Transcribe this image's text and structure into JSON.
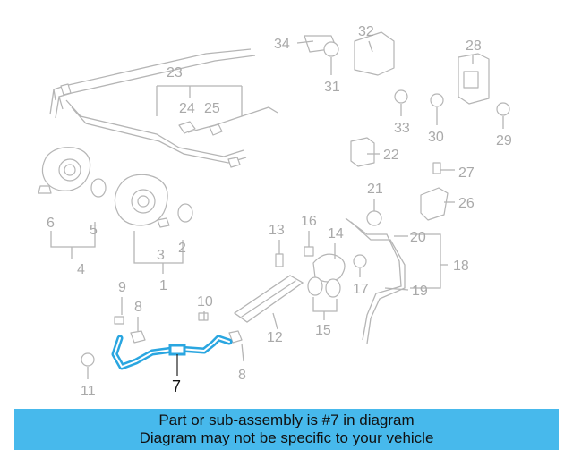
{
  "callouts": {
    "n1": "1",
    "n2": "2",
    "n3": "3",
    "n4": "4",
    "n5": "5",
    "n6": "6",
    "n7": "7",
    "n8a": "8",
    "n8b": "8",
    "n9": "9",
    "n10": "10",
    "n11": "11",
    "n12": "12",
    "n13": "13",
    "n14": "14",
    "n15": "15",
    "n16": "16",
    "n17": "17",
    "n18": "18",
    "n19": "19",
    "n20": "20",
    "n21": "21",
    "n22": "22",
    "n23": "23",
    "n24": "24",
    "n25": "25",
    "n26": "26",
    "n27": "27",
    "n28": "28",
    "n29": "29",
    "n30": "30",
    "n31": "31",
    "n32": "32",
    "n33": "33",
    "n34": "34"
  },
  "highlight": {
    "part_number": "7",
    "color": "#2aa6e0"
  },
  "banner": {
    "line1": "Part or sub-assembly is #7 in diagram",
    "line2": "Diagram may not be specific to your vehicle",
    "background": "#47b9ec"
  }
}
